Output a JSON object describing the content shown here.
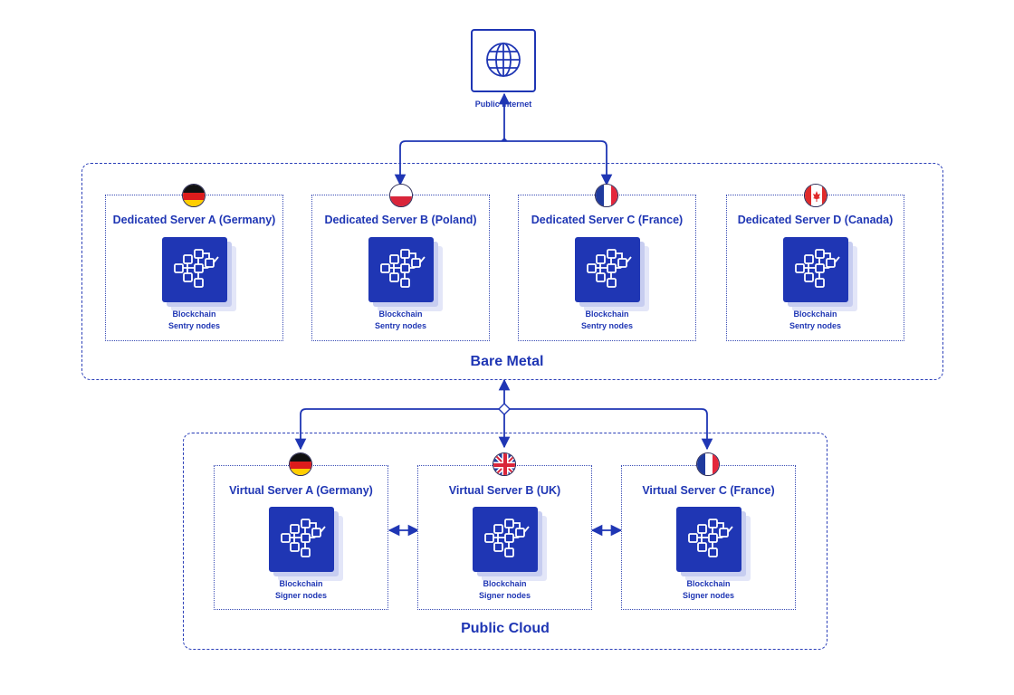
{
  "internet": {
    "label": "Public Internet",
    "icon": "globe-icon"
  },
  "bare_metal": {
    "label": "Bare Metal",
    "servers": [
      {
        "title": "Dedicated Server A (Germany)",
        "flag": "germany-flag-icon",
        "caption1": "Blockchain",
        "caption2": "Sentry nodes"
      },
      {
        "title": "Dedicated Server B (Poland)",
        "flag": "poland-flag-icon",
        "caption1": "Blockchain",
        "caption2": "Sentry nodes"
      },
      {
        "title": "Dedicated Server C (France)",
        "flag": "france-flag-icon",
        "caption1": "Blockchain",
        "caption2": "Sentry nodes"
      },
      {
        "title": "Dedicated Server D (Canada)",
        "flag": "canada-flag-icon",
        "caption1": "Blockchain",
        "caption2": "Sentry nodes"
      }
    ]
  },
  "public_cloud": {
    "label": "Public Cloud",
    "servers": [
      {
        "title": "Virtual Server A (Germany)",
        "flag": "germany-flag-icon",
        "caption1": "Blockchain",
        "caption2": "Signer nodes"
      },
      {
        "title": "Virtual Server B (UK)",
        "flag": "uk-flag-icon",
        "caption1": "Blockchain",
        "caption2": "Signer nodes"
      },
      {
        "title": "Virtual Server C (France)",
        "flag": "france-flag-icon",
        "caption1": "Blockchain",
        "caption2": "Signer nodes"
      }
    ]
  },
  "colors": {
    "primary": "#1f36b4",
    "shadow_light": "#e3e6f8",
    "shadow_mid": "#c7cdf0"
  }
}
